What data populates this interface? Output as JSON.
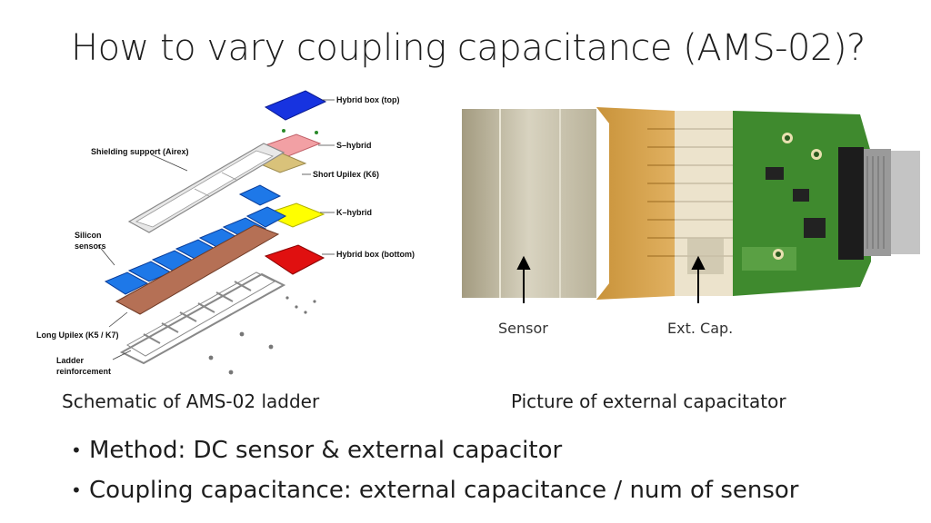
{
  "slide": {
    "title": "How to vary coupling capacitance (AMS-02)?"
  },
  "schematic": {
    "labels": {
      "hybrid_box_top": "Hybrid box (top)",
      "s_hybrid": "S–hybrid",
      "short_upilex": "Short Upilex (K6)",
      "k_hybrid": "K–hybrid",
      "hybrid_box_bottom": "Hybrid box (bottom)",
      "shielding_support": "Shielding support (Airex)",
      "silicon_sensors_line1": "Silicon",
      "silicon_sensors_line2": "sensors",
      "long_upilex": "Long Upilex (K5 / K7)",
      "ladder_reinforcement_line1": "Ladder",
      "ladder_reinforcement_line2": "reinforcement"
    },
    "caption": "Schematic of AMS-02 ladder"
  },
  "photo": {
    "sensor_label": "Sensor",
    "ext_cap_label": "Ext. Cap.",
    "caption": "Picture of external capacitator"
  },
  "bullets": [
    "Method: DC sensor & external capacitor",
    "Coupling capacitance: external capacitance / num of sensor"
  ]
}
